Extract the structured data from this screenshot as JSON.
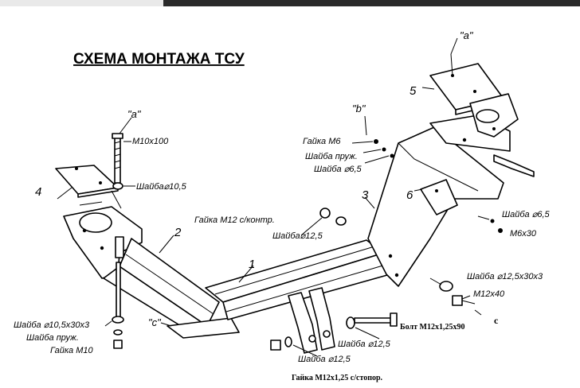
{
  "title": "СХЕМА МОНТАЖА ТСУ",
  "part_numbers": [
    "1",
    "2",
    "3",
    "4",
    "5",
    "6"
  ],
  "refs": {
    "a_left": "\"a\"",
    "a_right": "\"a\"",
    "b": "\"b\"",
    "c_quote": "\"c\"",
    "c_plain": "c"
  },
  "labels": {
    "m10x100": "M10x100",
    "washer_10_5": "Шайба⌀10,5",
    "nut_m12_lock": "Гайка  М12  с/контр.",
    "washer_12_5_mid": "Шайба⌀12,5",
    "nut_m6": "Гайка  М6",
    "washer_spring_right": "Шайба  пруж.",
    "washer_6_5_a": "Шайба  ⌀6,5",
    "washer_6_5_b": "Шайба  ⌀6,5",
    "m6x30": "M6x30",
    "washer_12_5x30x3": "Шайба  ⌀12,5x30x3",
    "m12x40": "M12x40",
    "bolt_m12": "Болт M12x1,25x90",
    "washer_12_5_low": "Шайба  ⌀12,5",
    "washer_12_5_bot": "Шайба  ⌀12,5",
    "nut_m12_stop": "Гайка M12x1,25  с/стопор.",
    "washer_10_5x30x3": "Шайба  ⌀10,5x30x3",
    "washer_spring_left": "Шайба  пруж.",
    "nut_m10": "Гайка  M10"
  }
}
